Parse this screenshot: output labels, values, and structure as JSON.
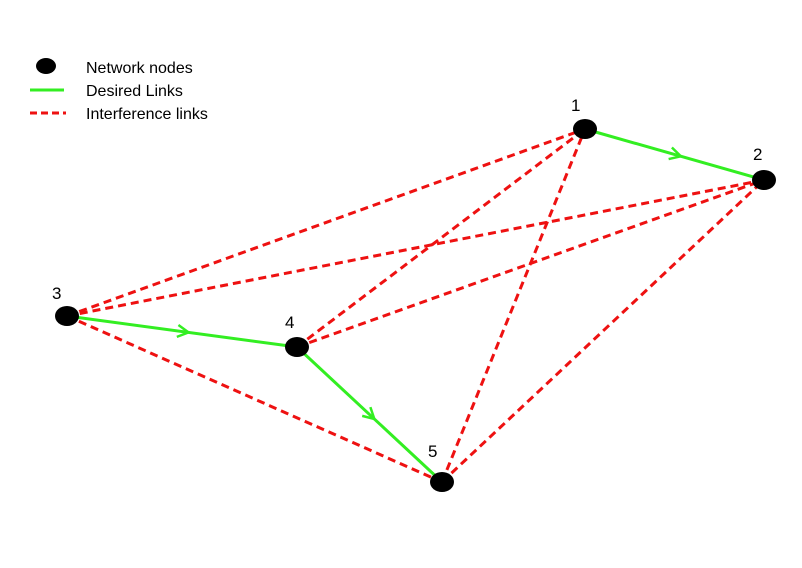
{
  "legend": {
    "items": [
      {
        "key": "node",
        "label": "Network nodes"
      },
      {
        "key": "desired",
        "label": "Desired Links"
      },
      {
        "key": "interference",
        "label": "Interference links"
      }
    ]
  },
  "colors": {
    "node": "#000000",
    "desired": "#33ee22",
    "interference": "#ee1111",
    "text": "#000000"
  },
  "nodes": [
    {
      "id": "1",
      "label": "1"
    },
    {
      "id": "2",
      "label": "2"
    },
    {
      "id": "3",
      "label": "3"
    },
    {
      "id": "4",
      "label": "4"
    },
    {
      "id": "5",
      "label": "5"
    }
  ],
  "desired_links": [
    {
      "from": "1",
      "to": "2"
    },
    {
      "from": "3",
      "to": "4"
    },
    {
      "from": "4",
      "to": "5"
    }
  ],
  "interference_links": [
    {
      "from": "3",
      "to": "1"
    },
    {
      "from": "3",
      "to": "2"
    },
    {
      "from": "3",
      "to": "5"
    },
    {
      "from": "4",
      "to": "1"
    },
    {
      "from": "4",
      "to": "2"
    },
    {
      "from": "5",
      "to": "1"
    },
    {
      "from": "5",
      "to": "2"
    }
  ]
}
